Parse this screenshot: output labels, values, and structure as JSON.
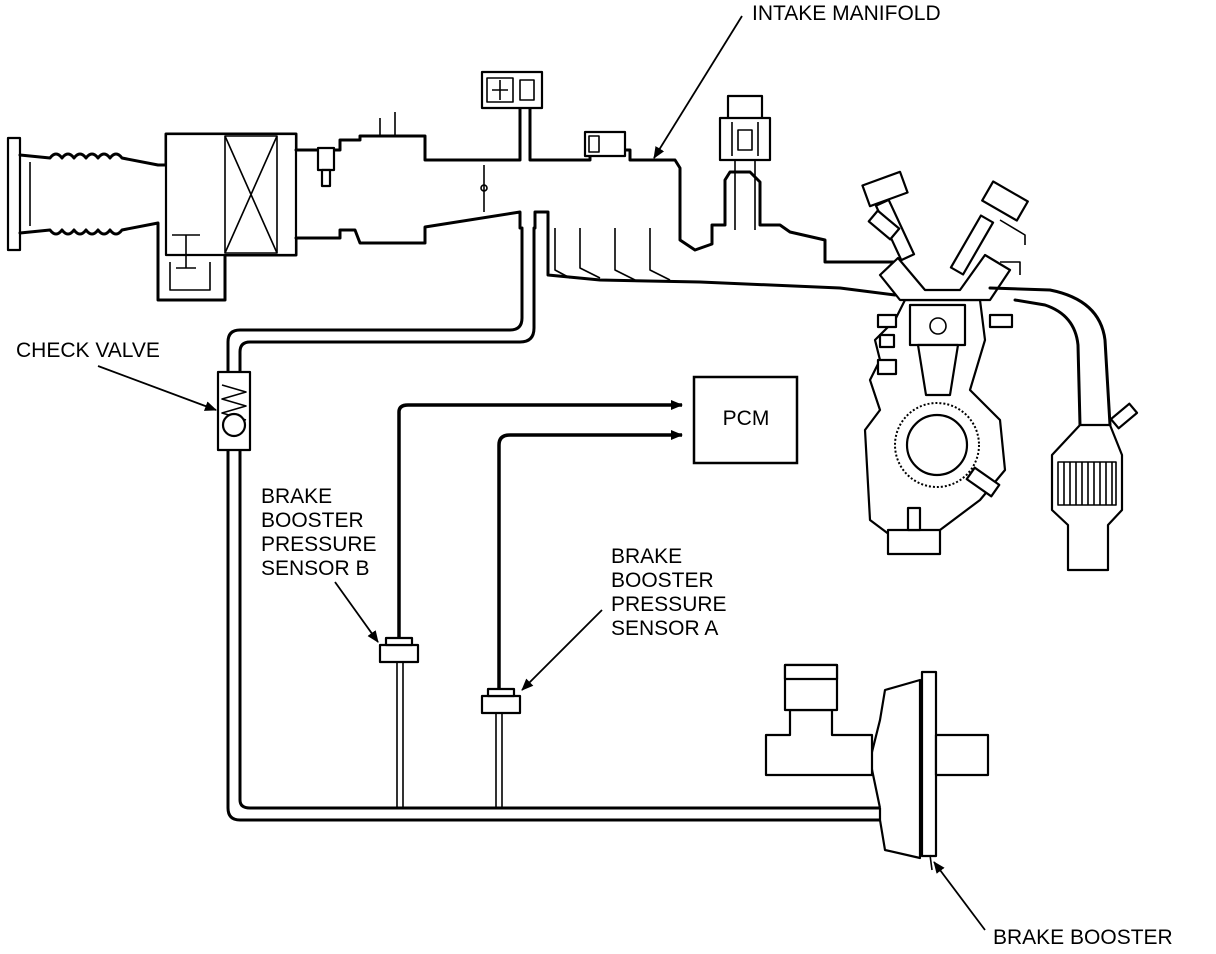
{
  "diagram": {
    "labels": {
      "intake_manifold": "INTAKE MANIFOLD",
      "check_valve": "CHECK VALVE",
      "pcm": "PCM",
      "sensor_b": [
        "BRAKE",
        "BOOSTER",
        "PRESSURE",
        "SENSOR B"
      ],
      "sensor_a": [
        "BRAKE",
        "BOOSTER",
        "PRESSURE",
        "SENSOR A"
      ],
      "brake_booster": "BRAKE BOOSTER"
    },
    "colors": {
      "line": "#000000",
      "background": "#ffffff"
    }
  }
}
